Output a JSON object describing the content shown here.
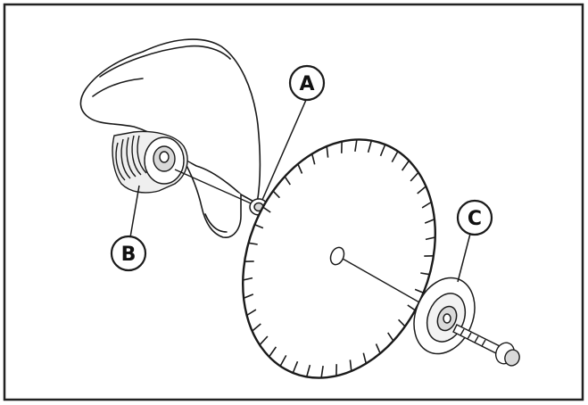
{
  "diagram": {
    "callouts": [
      {
        "id": "A",
        "label": "A",
        "part": "inner-flange-washer"
      },
      {
        "id": "B",
        "label": "B",
        "part": "drive-pulley"
      },
      {
        "id": "C",
        "label": "C",
        "part": "outer-flange-washer"
      }
    ],
    "colors": {
      "line": "#1a1a1a",
      "frame": "#222222",
      "shade": "#d9d9d9",
      "background": "#ffffff"
    },
    "icons": [
      "blade-guard-icon",
      "drive-pulley-icon",
      "diamond-blade-icon",
      "flange-washer-icon",
      "bolt-icon"
    ]
  }
}
